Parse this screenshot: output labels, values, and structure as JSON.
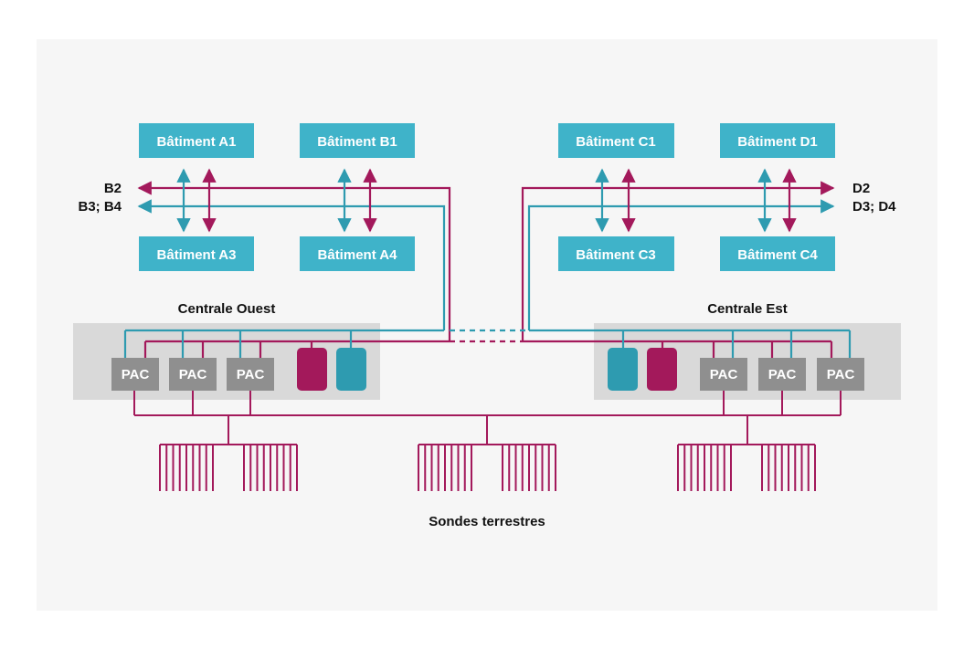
{
  "colors": {
    "building": "#3fb3c9",
    "teal": "#2e9bb0",
    "magenta": "#a3195b",
    "pac": "#8f8f8f",
    "plant_bg": "#d9d9d9",
    "panel_bg": "#f6f6f6"
  },
  "buildings": {
    "a1": "Bâtiment A1",
    "b1": "Bâtiment B1",
    "c1": "Bâtiment C1",
    "d1": "Bâtiment D1",
    "a3": "Bâtiment A3",
    "a4": "Bâtiment A4",
    "c3": "Bâtiment C3",
    "c4": "Bâtiment C4"
  },
  "side_labels": {
    "left_top": "B2",
    "left_bottom": "B3; B4",
    "right_top": "D2",
    "right_bottom": "D3; D4"
  },
  "plants": {
    "west": "Centrale Ouest",
    "east": "Centrale Est"
  },
  "pac_label": "PAC",
  "probes_label": "Sondes terrestres"
}
